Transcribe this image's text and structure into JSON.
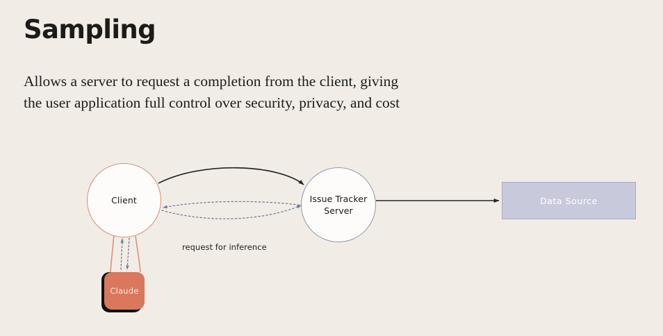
{
  "slide": {
    "background_color": "#f1ede6",
    "title": "Sampling",
    "subtitle_lines": [
      "Allows a server to request a completion from the client, giving",
      "the user application full control over security, privacy, and cost"
    ]
  },
  "diagram": {
    "nodes": [
      {
        "id": "client",
        "label": "Client",
        "shape": "circle",
        "fill": "#fdfcfa",
        "stroke": "#d98b76"
      },
      {
        "id": "server",
        "label_line1": "Issue Tracker",
        "label_line2": "Server",
        "shape": "circle",
        "fill": "#fdfcfa",
        "stroke": "#8d96b5"
      },
      {
        "id": "data-source",
        "label": "Data Source",
        "shape": "rectangle",
        "fill": "#c9c9dc",
        "stroke": "#a9a9c0",
        "text_color": "#ffffff"
      },
      {
        "id": "claude",
        "label": "Claude",
        "shape": "rounded-card",
        "fill": "#d9785d",
        "shadow": "#111111",
        "text_color": "#fbe7df"
      }
    ],
    "edges": [
      {
        "id": "client-to-server",
        "from": "client",
        "to": "server",
        "style": "solid-curve",
        "color": "#262524",
        "label": ""
      },
      {
        "id": "server-to-client-upper",
        "from": "server",
        "to": "client",
        "style": "dotted-curve",
        "color": "#6f7894",
        "label": ""
      },
      {
        "id": "client-to-server-lower",
        "from": "client",
        "to": "server",
        "style": "dotted-curve",
        "color": "#6f7894",
        "label": "request for inference"
      },
      {
        "id": "server-to-data-source",
        "from": "server",
        "to": "data-source",
        "style": "solid-straight",
        "color": "#262524",
        "label": ""
      },
      {
        "id": "client-to-claude",
        "from": "client",
        "to": "claude",
        "style": "dotted-straight",
        "color": "#6f7894",
        "label": ""
      },
      {
        "id": "claude-to-client",
        "from": "claude",
        "to": "client",
        "style": "dotted-straight",
        "color": "#6f7894",
        "label": ""
      }
    ],
    "labels": {
      "request_for_inference": "request for inference"
    }
  }
}
